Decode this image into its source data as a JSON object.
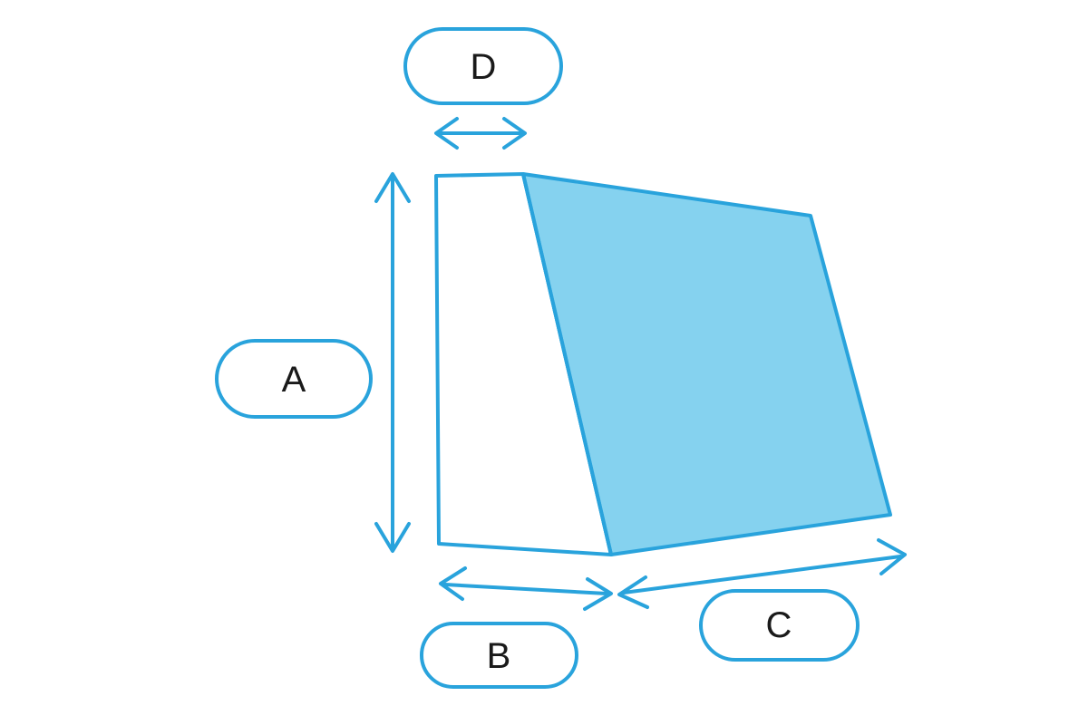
{
  "diagram": {
    "title": "Dimension callout diagram",
    "background_color": "#ffffff",
    "stroke_color": "#29A3DC",
    "fill_color": "#85D2EF",
    "label_text_color": "#1a1a1a",
    "pill_fill_color": "#ffffff",
    "shape": {
      "name": "folded-quadrilateral",
      "front_face_name": "front-face",
      "side_face_name": "shaded-side-face",
      "front_face_fill": "#ffffff",
      "side_face_fill": "#85D2EF"
    },
    "labels": [
      {
        "id": "A",
        "text": "A",
        "role": "height-dimension",
        "measure_name": "height",
        "arrow": "vertical-double-arrow",
        "arrow_orientation": "vertical",
        "position": "left"
      },
      {
        "id": "B",
        "text": "B",
        "role": "front-width-dimension",
        "measure_name": "front width",
        "arrow": "horizontal-double-arrow",
        "arrow_orientation": "horizontal",
        "position": "bottom-left"
      },
      {
        "id": "C",
        "text": "C",
        "role": "side-depth-dimension",
        "measure_name": "side depth",
        "arrow": "tilted-double-arrow",
        "arrow_orientation": "tilted",
        "position": "bottom-right"
      },
      {
        "id": "D",
        "text": "D",
        "role": "top-edge-dimension",
        "measure_name": "top edge",
        "arrow": "horizontal-double-arrow",
        "arrow_orientation": "horizontal",
        "position": "top"
      }
    ]
  }
}
